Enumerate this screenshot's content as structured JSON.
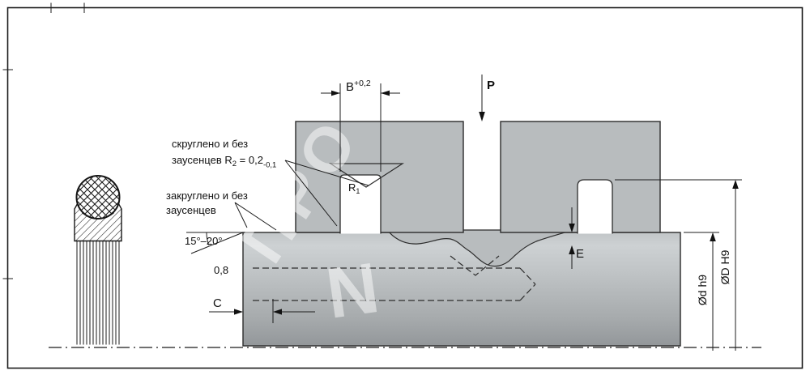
{
  "annotations": {
    "note_r2": {
      "line1": "скруглено и без",
      "line2_prefix": "заусенцев R",
      "line2_sub": "2",
      "line2_mid": " = 0,2",
      "line2_tol": "-0,1"
    },
    "note_edge": {
      "line1": "закруглено и без",
      "line2": "заусенцев"
    },
    "angle_range": "15°–20°",
    "value_08": "0,8"
  },
  "dimensions": {
    "b_base": "B",
    "b_tol": "+0,2",
    "pressure": "P",
    "r1_base": "R",
    "r1_sub": "1",
    "e": "E",
    "c": "C",
    "rod_dia": "Ød h9",
    "bore_dia": "ØD H9"
  },
  "watermark": {
    "part1": "ПРО",
    "part2": "N"
  },
  "colors": {
    "metal": "#b8bcbe",
    "outline": "#2b2b2b",
    "background": "#ffffff"
  }
}
